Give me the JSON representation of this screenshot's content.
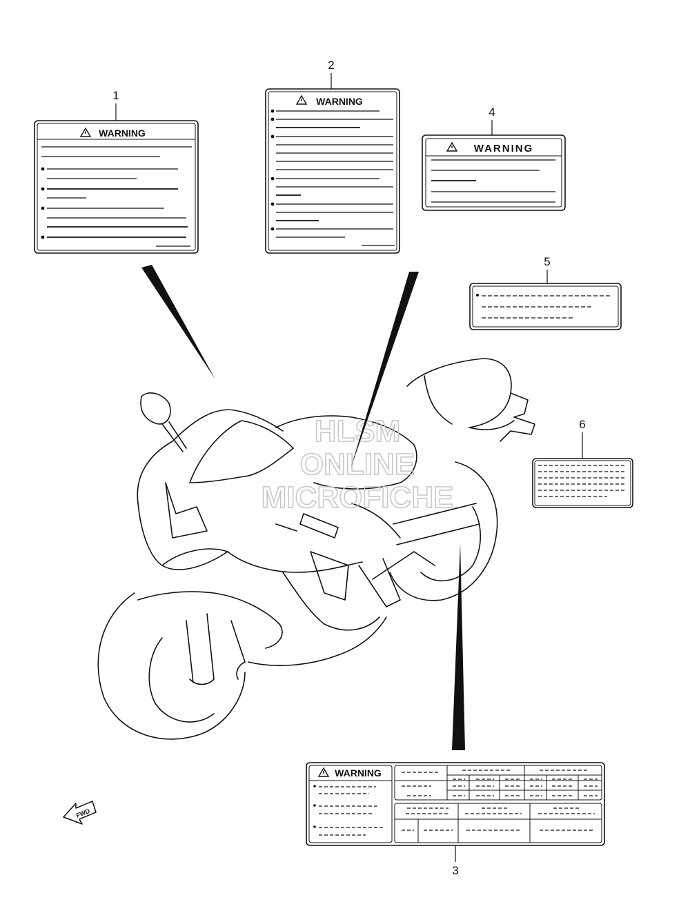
{
  "watermark": {
    "line1": "HLSM",
    "line2": "ONLINE",
    "line3": "MICROFICHE"
  },
  "labels": [
    {
      "number": "1",
      "heading": "WARNING"
    },
    {
      "number": "2",
      "heading": "WARNING"
    },
    {
      "number": "3",
      "heading": "WARNING"
    },
    {
      "number": "4",
      "heading": "WARNING"
    },
    {
      "number": "5",
      "heading": ""
    },
    {
      "number": "6",
      "heading": ""
    }
  ],
  "direction_marker": {
    "text": "FWD"
  },
  "icons": {
    "warning": "warning-triangle-icon",
    "forward": "forward-arrow-icon"
  }
}
